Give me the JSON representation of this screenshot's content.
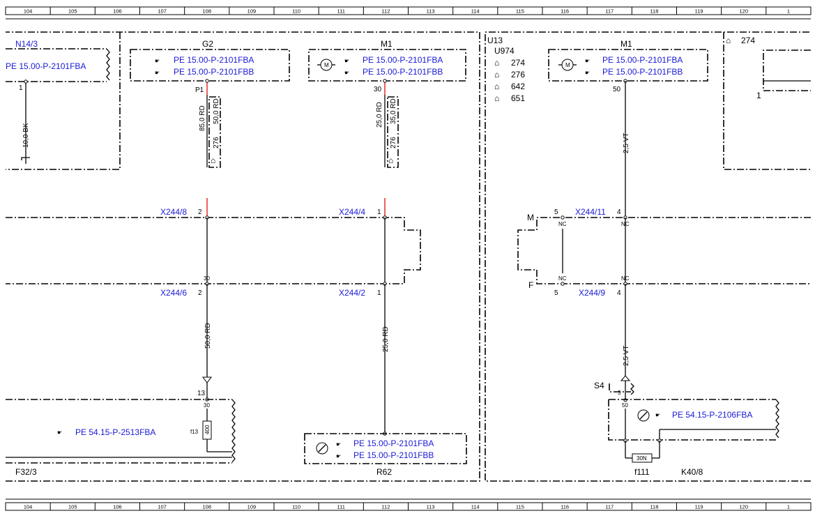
{
  "ruler": [
    "104",
    "105",
    "106",
    "107",
    "108",
    "109",
    "110",
    "111",
    "112",
    "113",
    "114",
    "115",
    "116",
    "117",
    "118",
    "119",
    "120",
    "1"
  ],
  "components": {
    "n14_3": {
      "name": "N14/3",
      "ref": "PE 15.00-P-2101FBA",
      "pin": "1",
      "wire": "10,0 BK"
    },
    "g2": {
      "name": "G2",
      "ref_a": "PE 15.00-P-2101FBA",
      "ref_b": "PE 15.00-P-2101FBB",
      "pin": "P1",
      "wire_a": "85,0 RD",
      "wire_b": "50,0 RD",
      "variant": "276"
    },
    "m1_left": {
      "name": "M1",
      "ref_a": "PE 15.00-P-2101FBA",
      "ref_b": "PE 15.00-P-2101FBB",
      "pin": "30",
      "wire_a": "25,0 RD",
      "wire_b": "35,0 RD",
      "variant": "276"
    },
    "u13": {
      "name": "U13",
      "sub": "U974",
      "variants": [
        "274",
        "276",
        "642",
        "651"
      ]
    },
    "m1_right": {
      "name": "M1",
      "ref_a": "PE 15.00-P-2101FBA",
      "ref_b": "PE 15.00-P-2101FBB",
      "pin": "50",
      "wire": "2,5 VT"
    },
    "right_box": {
      "variant": "274",
      "pin": "1"
    },
    "x244_8": {
      "name": "X244/8",
      "pin": "2"
    },
    "x244_4": {
      "name": "X244/4",
      "pin": "1"
    },
    "x244_6": {
      "name": "X244/6",
      "pin": "2",
      "pin_top": "30",
      "wire": "50,0 RD"
    },
    "x244_2": {
      "name": "X244/2",
      "pin": "1",
      "wire": "25,0 RD"
    },
    "x244_11": {
      "name": "X244/11",
      "pin_left": "5",
      "pin_right": "4",
      "nc": "NC",
      "label": "M"
    },
    "x244_9": {
      "name": "X244/9",
      "pin_left": "5",
      "pin_right": "4",
      "nc": "NC",
      "label": "F",
      "wire": "2,5 VT"
    },
    "f32_3": {
      "name": "F32/3",
      "ref": "PE 54.15-P-2513FBA",
      "pin_top": "13",
      "pin_in": "30",
      "fuse": "f13",
      "fuse_val": "400"
    },
    "r62": {
      "name": "R62",
      "ref_a": "PE 15.00-P-2101FBA",
      "ref_b": "PE 15.00-P-2101FBB"
    },
    "s4": {
      "name": "S4",
      "pin": "3",
      "pin_b": "50"
    },
    "k40_8": {
      "name": "K40/8",
      "ref": "PE 54.15-P-2106FBA",
      "fuse": "f111",
      "fuse_val": "30N"
    }
  }
}
